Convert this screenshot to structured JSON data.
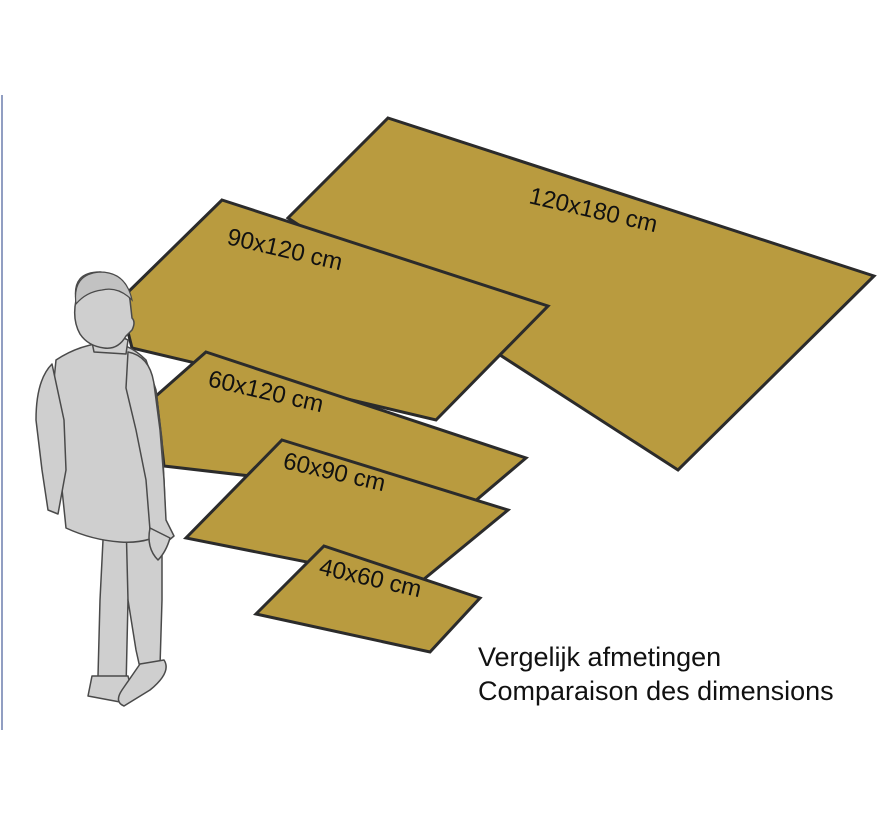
{
  "colors": {
    "mat_fill": "#b99b3f",
    "mat_border": "#2b2b2b",
    "figure_fill": "#cfcfcf",
    "figure_stroke": "#4a4a4a"
  },
  "mats": [
    {
      "label": "120x180 cm"
    },
    {
      "label": "90x120 cm"
    },
    {
      "label": "60x120 cm"
    },
    {
      "label": "60x90 cm"
    },
    {
      "label": "40x60 cm"
    }
  ],
  "figure": {
    "icon": "standing-person-icon"
  },
  "caption": {
    "line1": "Vergelijk afmetingen",
    "line2": "Comparaison des dimensions"
  }
}
